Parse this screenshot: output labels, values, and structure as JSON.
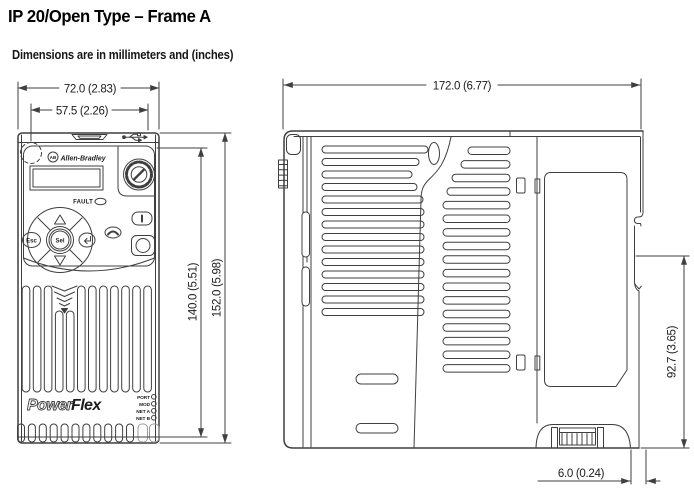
{
  "figure": {
    "title": "IP 20/Open Type – Frame A",
    "subtitle": "Dimensions are in millimeters and (inches)"
  },
  "front_view": {
    "brand": "Allen-Bradley",
    "logo_monogram": "AB",
    "fault_label": "FAULT",
    "keypad": {
      "esc_label": "Esc",
      "sel_label": "Sel"
    },
    "product_logo": {
      "power": "Power",
      "flex": "Flex"
    },
    "led_labels": [
      "PORT",
      "MOD",
      "NET A",
      "NET B"
    ],
    "dimensions": {
      "overall_width": "72.0 (2.83)",
      "mounting_width": "57.5 (2.26)",
      "overall_height": "152.0 (5.98)",
      "mounting_height": "140.0 (5.51)"
    }
  },
  "side_view": {
    "dimensions": {
      "overall_depth": "172.0 (6.77)",
      "din_to_bottom_height": "92.7 (3.65)",
      "din_latch_extension": "6.0 (0.24)"
    }
  },
  "colors": {
    "line": "#3f3f3f",
    "text": "#1c1c1c",
    "background": "#ffffff"
  }
}
